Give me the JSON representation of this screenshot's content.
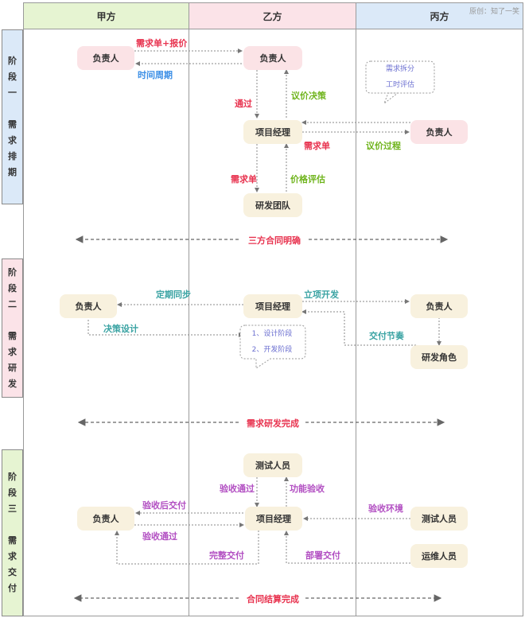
{
  "credit": "原创：知了一笑",
  "columns": [
    {
      "label": "甲方",
      "color": "#e6f4d2"
    },
    {
      "label": "乙方",
      "color": "#fbe3e8"
    },
    {
      "label": "丙方",
      "color": "#dbe9f8"
    }
  ],
  "phases": [
    {
      "chars": [
        "阶",
        "段",
        "一",
        "",
        "需",
        "求",
        "排",
        "期"
      ],
      "color": "#dbe9f8"
    },
    {
      "chars": [
        "阶",
        "段",
        "二",
        "",
        "需",
        "求",
        "研",
        "发"
      ],
      "color": "#fbe3e8"
    },
    {
      "chars": [
        "阶",
        "段",
        "三",
        "",
        "需",
        "求",
        "交",
        "付"
      ],
      "color": "#e6f4d2"
    }
  ],
  "phase1": {
    "nodes": {
      "a_owner": "负责人",
      "b_owner": "负责人",
      "b_pm": "项目经理",
      "b_dev_team": "研发团队",
      "c_owner": "负责人"
    },
    "labels": {
      "req_quote": "需求单+报价",
      "time_period": "时间周期",
      "approve": "通过",
      "price_decision": "议价决策",
      "req_order_right": "需求单",
      "negotiation": "议价过程",
      "req_order_down": "需求单",
      "price_eval": "价格评估"
    },
    "bubble": [
      "需求拆分",
      "工时评估"
    ],
    "milestone": "三方合同明确"
  },
  "phase2": {
    "nodes": {
      "a_owner": "负责人",
      "b_pm": "项目经理",
      "c_owner": "负责人",
      "c_dev_role": "研发角色"
    },
    "labels": {
      "sync": "定期同步",
      "kickoff": "立项开发",
      "decision_design": "决策设计",
      "delivery_rhythm": "交付节奏"
    },
    "bubble": [
      "1、设计阶段",
      "2、开发阶段"
    ],
    "milestone": "需求研发完成"
  },
  "phase3": {
    "nodes": {
      "b_tester": "测试人员",
      "a_owner": "负责人",
      "b_pm": "项目经理",
      "c_tester": "测试人员",
      "c_ops": "运维人员"
    },
    "labels": {
      "accept_pass_top": "验收通过",
      "func_accept": "功能验收",
      "deliver_after_accept": "验收后交付",
      "accept_pass": "验收通过",
      "accept_env": "验收环境",
      "full_delivery": "完整交付",
      "deploy_delivery": "部署交付"
    },
    "milestone": "合同结算完成"
  },
  "colors": {
    "red": "#e8334f",
    "blue": "#3a8ee6",
    "green": "#6fb41c",
    "teal": "#3aa3a3",
    "purple": "#b24fc2",
    "bubble_text": "#6b6fd0"
  }
}
